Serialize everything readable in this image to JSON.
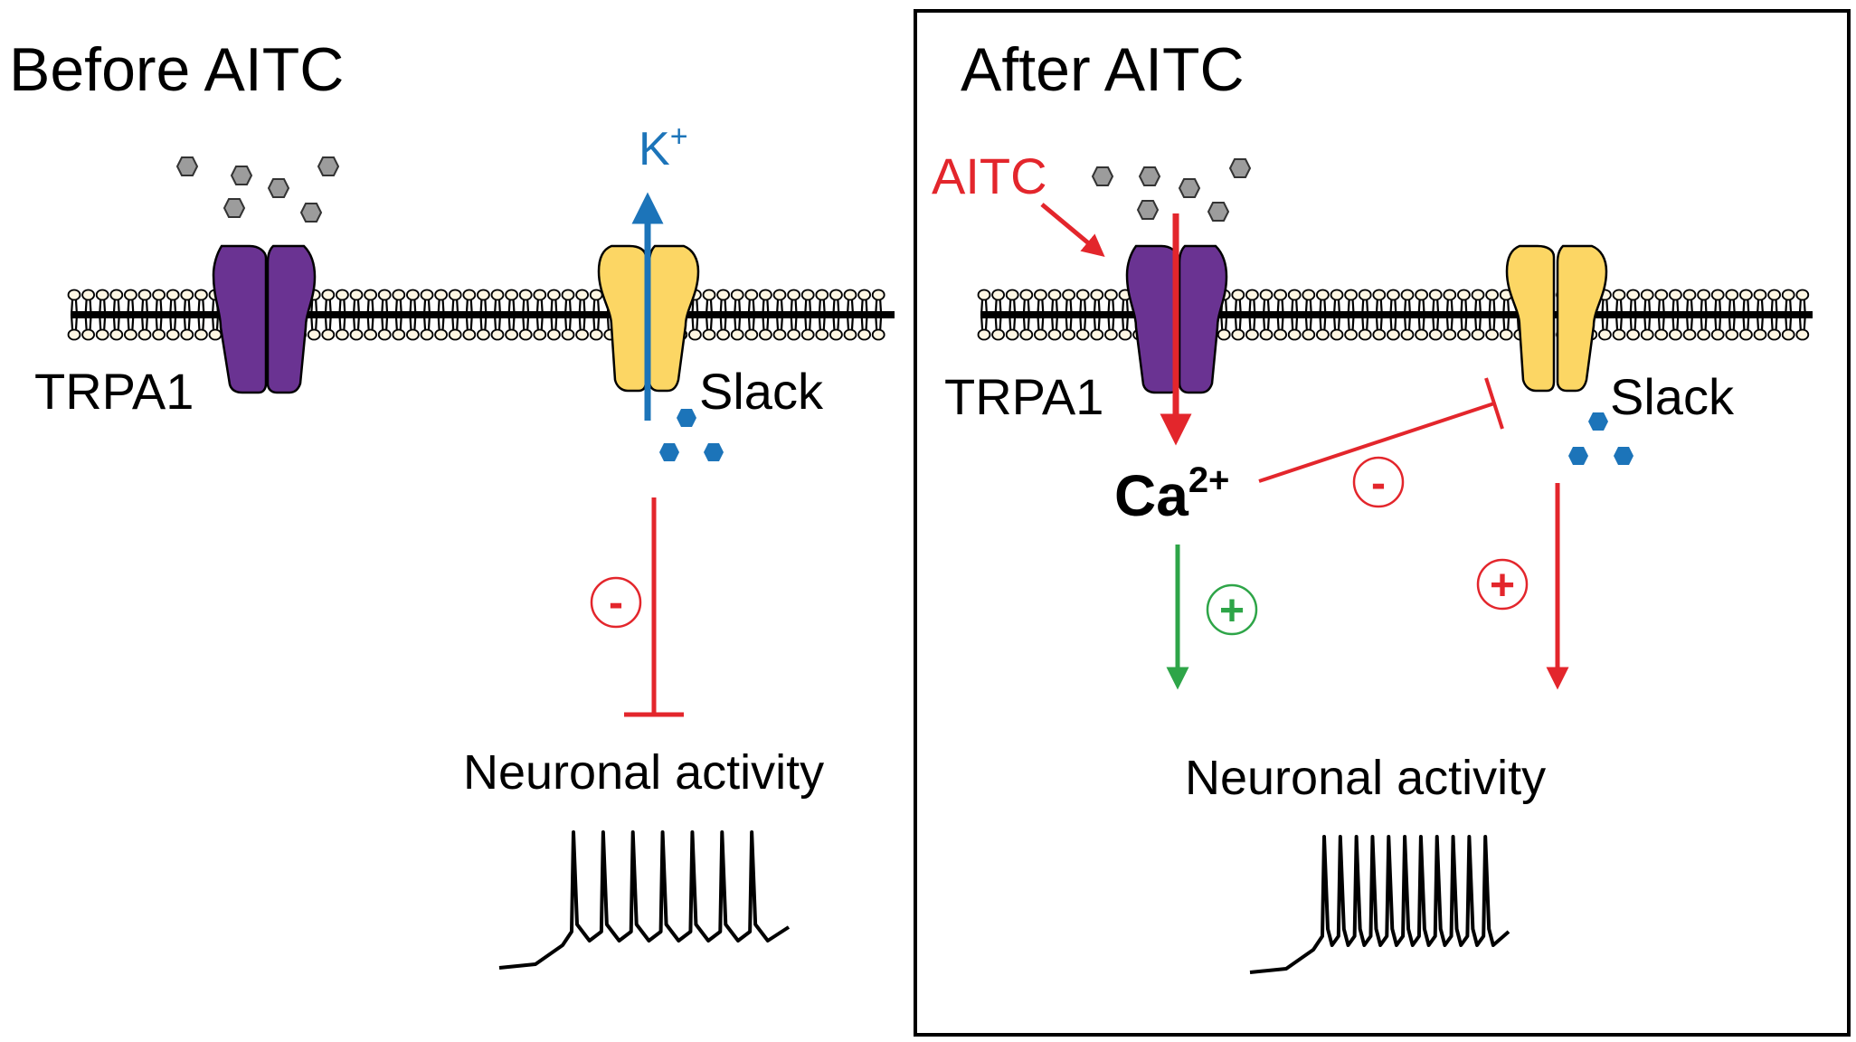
{
  "colors": {
    "trpa1": "#6a3392",
    "slack": "#fcd664",
    "red": "#e3262c",
    "green": "#2ea548",
    "blue": "#1c74b9",
    "ligand": "#9c9c9c",
    "lipid_head": "#fdf6e3",
    "black": "#000000"
  },
  "panels": {
    "before": {
      "title": "Before AITC",
      "trpa1_label": "TRPA1",
      "slack_label": "Slack",
      "potassium": "K",
      "potassium_charge": "+",
      "inhibit_sign": "-",
      "activity_label": "Neuronal activity",
      "spike_count": 7
    },
    "after": {
      "title": "After AITC",
      "aitc_label": "AITC",
      "trpa1_label": "TRPA1",
      "slack_label": "Slack",
      "calcium": "Ca",
      "calcium_charge": "2+",
      "inhibit_sign": "-",
      "green_sign": "+",
      "red_sign": "+",
      "activity_label": "Neuronal activity",
      "spike_count": 11
    }
  }
}
